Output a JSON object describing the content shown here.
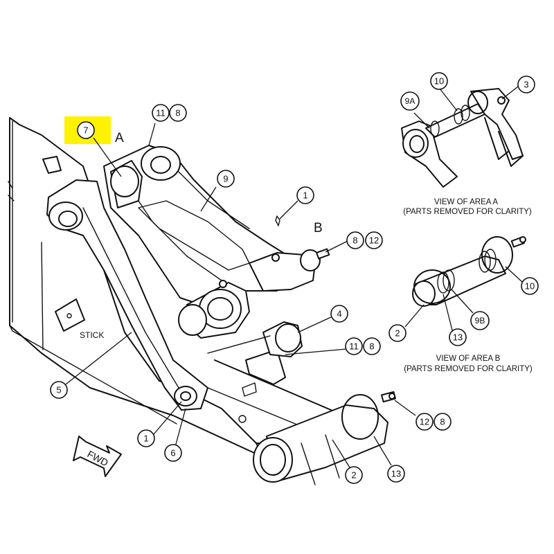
{
  "labels": {
    "area_a": "A",
    "area_b": "B",
    "stick": "STICK",
    "fwd": "FWD"
  },
  "captions": {
    "view_a_line1": "VIEW OF AREA  A",
    "view_a_line2": "(PARTS REMOVED FOR CLARITY)",
    "view_b_line1": "VIEW OF AREA  B",
    "view_b_line2": "(PARTS REMOVED FOR CLARITY)"
  },
  "callouts": {
    "c7": "7",
    "c11_top": "11",
    "c8_top": "8",
    "c9": "9",
    "c1_mid": "1",
    "c8_b": "8",
    "c12_b": "12",
    "c4": "4",
    "c11_lower": "11",
    "c8_lower": "8",
    "c5": "5",
    "c1_low": "1",
    "c6": "6",
    "c2_main": "2",
    "c13_main": "13",
    "c12_right": "12",
    "c8_right": "8",
    "c10_a": "10",
    "c9a": "9A",
    "c3": "3",
    "c10_b": "10",
    "c2_b": "2",
    "c13_b": "13",
    "c9b": "9B"
  },
  "highlight_color": "#FFF200"
}
